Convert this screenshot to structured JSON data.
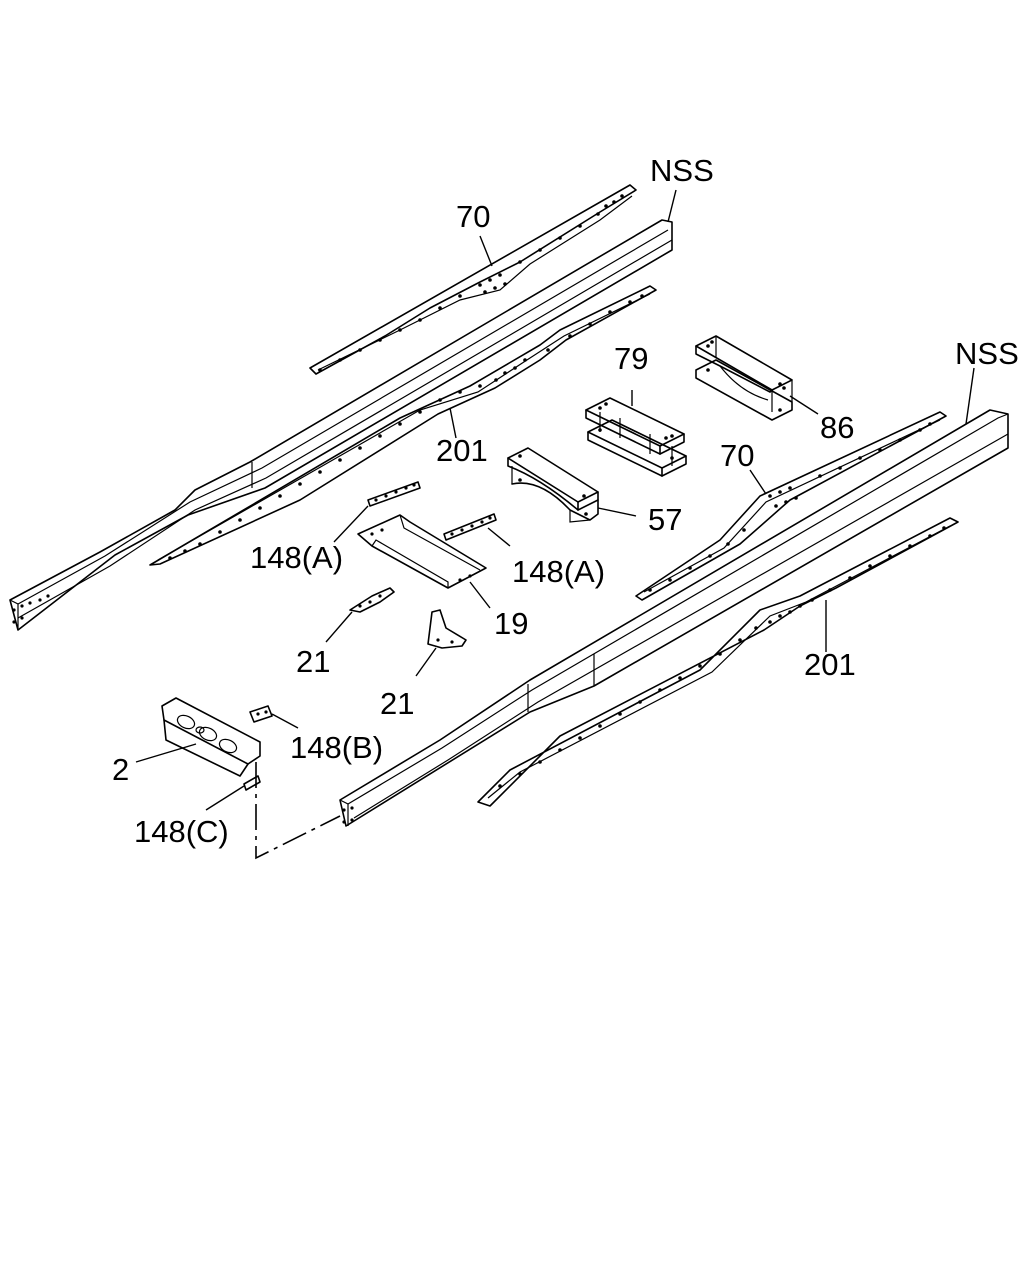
{
  "labels": {
    "nss_upper": "NSS",
    "nss_lower": "NSS",
    "part_70_upper": "70",
    "part_70_lower": "70",
    "part_201_upper": "201",
    "part_201_lower": "201",
    "part_79": "79",
    "part_86": "86",
    "part_57": "57",
    "part_148a_left": "148(A)",
    "part_148a_right": "148(A)",
    "part_19": "19",
    "part_21_upper": "21",
    "part_21_lower": "21",
    "part_2": "2",
    "part_148b": "148(B)",
    "part_148c": "148(C)"
  }
}
